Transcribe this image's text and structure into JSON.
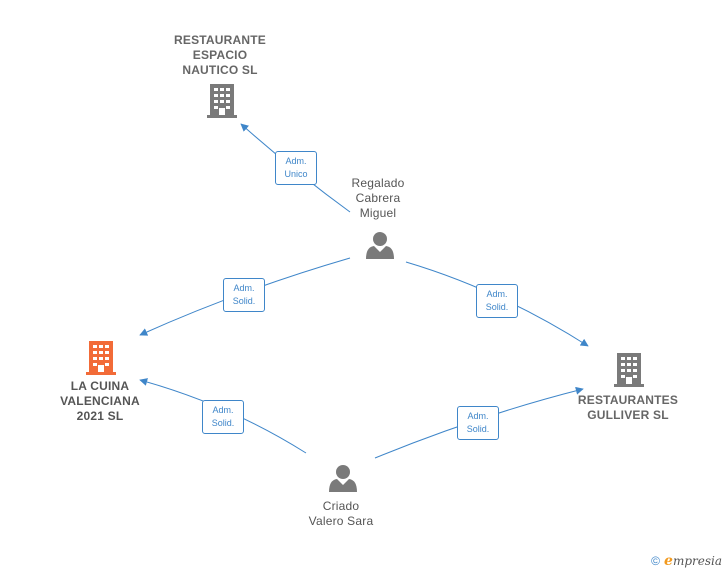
{
  "colors": {
    "edge": "#3f86c9",
    "company": "#7a7a7a",
    "company_highlight": "#f26b38",
    "person": "#7a7a7a"
  },
  "nodes": {
    "restaurante_espacio": {
      "lines": [
        "RESTAURANTE",
        "ESPACIO",
        "NAUTICO  SL"
      ]
    },
    "la_cuina": {
      "lines": [
        "LA CUINA",
        "VALENCIANA",
        "2021  SL"
      ]
    },
    "restaurantes_gulliver": {
      "lines": [
        "RESTAURANTES",
        "GULLIVER  SL"
      ]
    },
    "regalado": {
      "lines": [
        "Regalado",
        "Cabrera",
        "Miguel"
      ]
    },
    "criado": {
      "lines": [
        "Criado",
        "Valero Sara"
      ]
    }
  },
  "edges": {
    "e1": {
      "lines": [
        "Adm.",
        "Unico"
      ]
    },
    "e2": {
      "lines": [
        "Adm.",
        "Solid."
      ]
    },
    "e3": {
      "lines": [
        "Adm.",
        "Solid."
      ]
    },
    "e4": {
      "lines": [
        "Adm.",
        "Solid."
      ]
    },
    "e5": {
      "lines": [
        "Adm.",
        "Solid."
      ]
    }
  },
  "footer": {
    "copyright": "©",
    "brand_initial": "e",
    "brand_rest": "mpresia"
  }
}
